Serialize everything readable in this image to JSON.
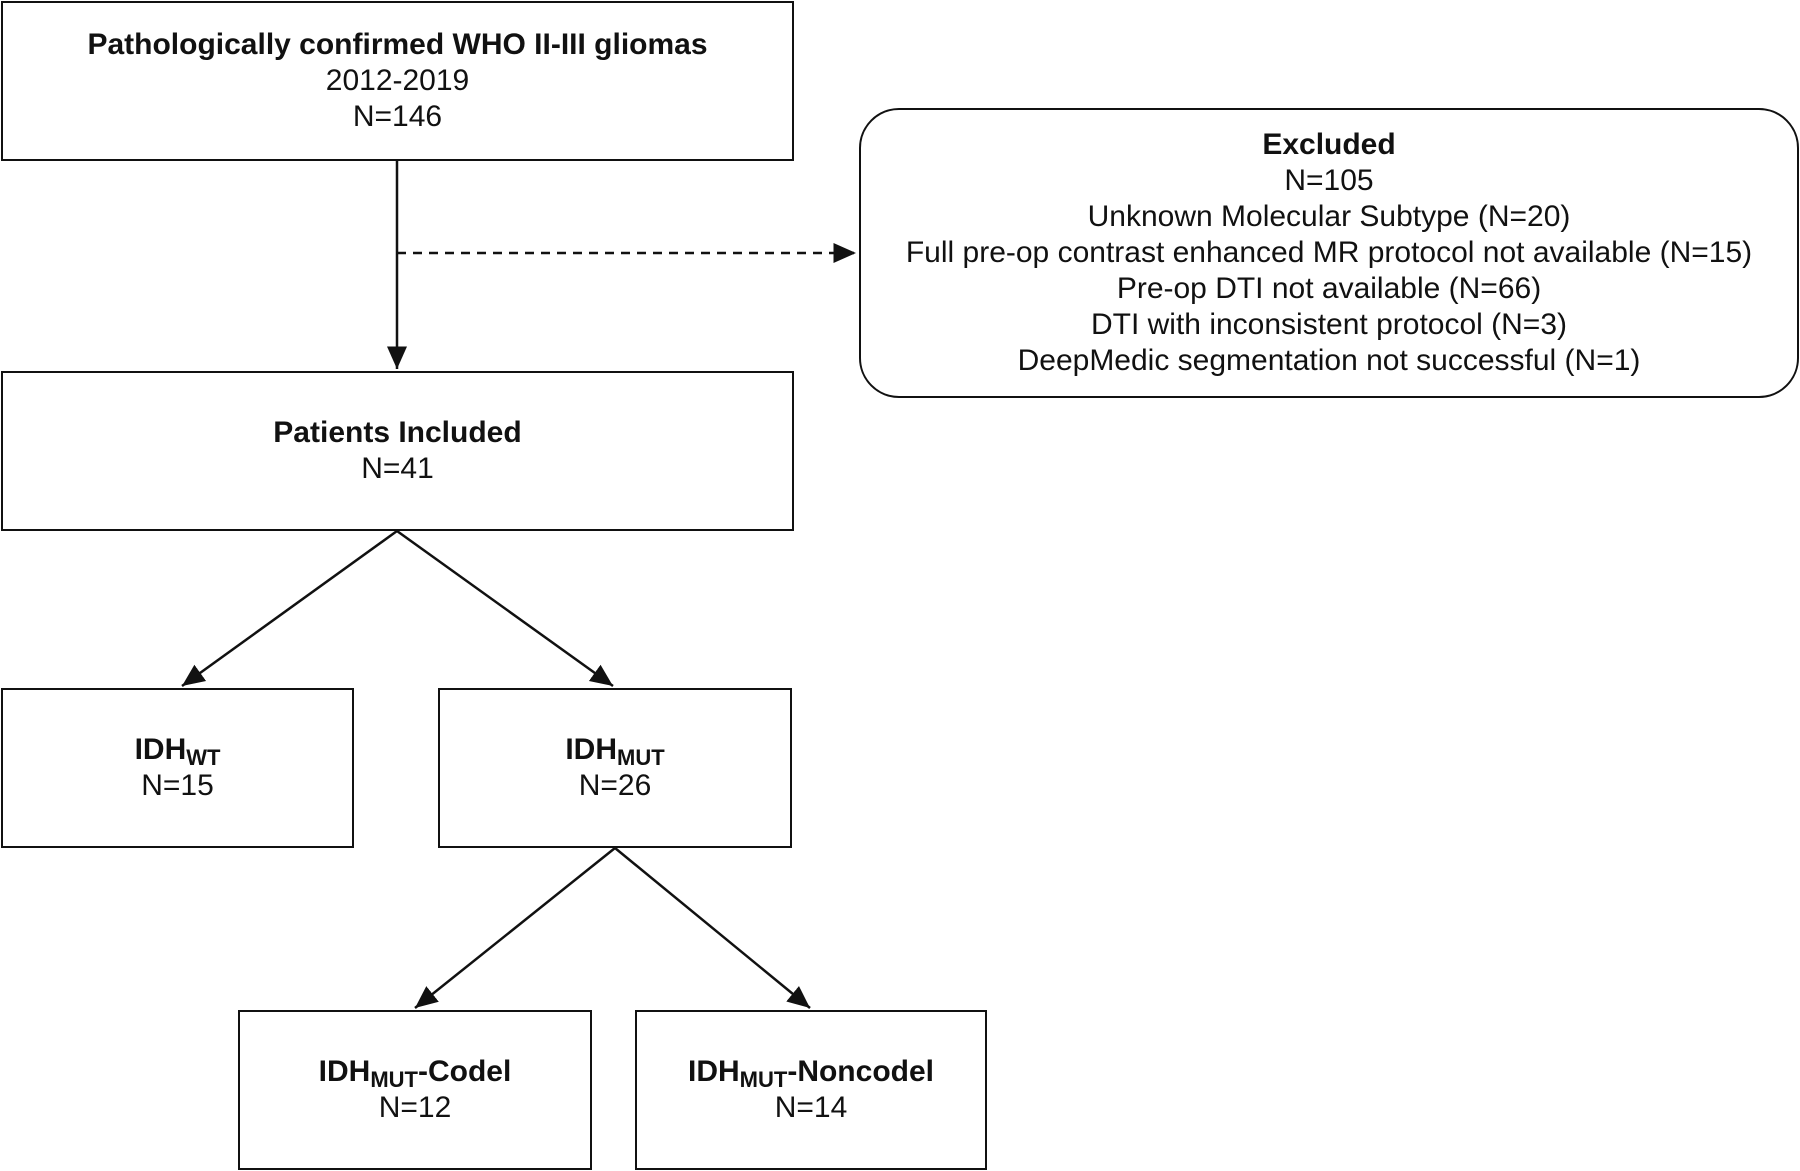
{
  "nodes": {
    "source": {
      "title": "Pathologically confirmed WHO II-III gliomas",
      "years": "2012-2019",
      "count": "N=146"
    },
    "excluded": {
      "title": "Excluded",
      "count": "N=105",
      "reasons": [
        "Unknown Molecular Subtype (N=20)",
        "Full pre-op contrast enhanced MR protocol not available (N=15)",
        "Pre-op DTI not available (N=66)",
        "DTI with inconsistent protocol (N=3)",
        "DeepMedic segmentation not successful (N=1)"
      ]
    },
    "included": {
      "title": "Patients Included",
      "count": "N=41"
    },
    "idh_wt": {
      "main": "IDH",
      "sub": "WT",
      "count": "N=15"
    },
    "idh_mut": {
      "main": "IDH",
      "sub": "MUT",
      "count": "N=26"
    },
    "codel": {
      "main": "IDH",
      "sub": "MUT",
      "suffix": "-Codel",
      "count": "N=12"
    },
    "noncodel": {
      "main": "IDH",
      "sub": "MUT",
      "suffix": "-Noncodel",
      "count": "N=14"
    }
  },
  "colors": {
    "stroke": "#111111",
    "background": "#ffffff"
  }
}
